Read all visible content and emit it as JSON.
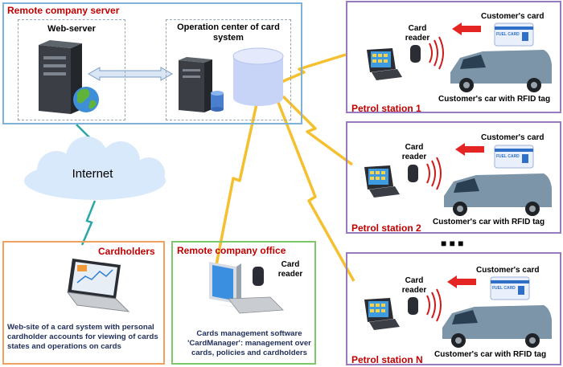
{
  "server_section": {
    "title": "Remote company server",
    "webserver_label": "Web-server",
    "operation_center_label": "Operation center of card system"
  },
  "internet_label": "Internet",
  "cardholders": {
    "title": "Cardholders",
    "description": "Web-site of a card system with personal cardholder accounts for viewing of cards states and operations on cards"
  },
  "office": {
    "title": "Remote company office",
    "card_reader_label": "Card reader",
    "description": "Cards management software 'CardManager': management over cards, policies and cardholders"
  },
  "stations": [
    {
      "name": "Petrol station 1",
      "card_reader_label": "Card reader",
      "customers_card_label": "Customer's card",
      "car_label": "Customer's car with RFID tag",
      "card_text": "FUEL CARD"
    },
    {
      "name": "Petrol station 2",
      "card_reader_label": "Card reader",
      "customers_card_label": "Customer's card",
      "car_label": "Customer's car with RFID tag",
      "card_text": "FUEL CARD"
    },
    {
      "name": "Petrol station N",
      "card_reader_label": "Card reader",
      "customers_card_label": "Customer's card",
      "car_label": "Customer's car with RFID tag",
      "card_text": "FUEL CARD"
    }
  ],
  "ellipsis": "■ ■ ■",
  "colors": {
    "server_border": "#7fb2d8",
    "cardholders_border": "#f0a060",
    "office_border": "#7cc86a",
    "station_border": "#9b7bbf",
    "title_red": "#c00000",
    "link_yellow": "#f5c030",
    "link_teal": "#2aa6a6"
  }
}
